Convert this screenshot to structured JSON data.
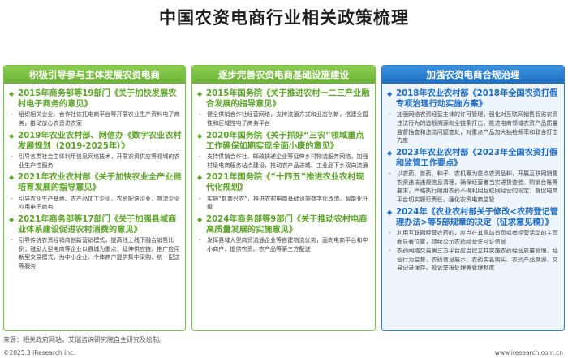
{
  "title": "中国农资电商行业相关政策梳理",
  "columns": [
    {
      "header": "积极引导参与主体发展农资电商",
      "items": [
        {
          "title": "2015年商务部等19部门《关于加快发展农村电子商务的意见》",
          "bullets": [
            "组织相关企业、合作社依托电商平台等开展农业生产资料电子商务，推动放心农资进农家"
          ]
        },
        {
          "title": "2019年农业农村部、网信办《数字农业农村发展规划（2019-2025年）》",
          "bullets": [
            "引导各类社会主体利用信息网络技术，开展农资供应等领域的农业生产性服务"
          ]
        },
        {
          "title": "2021年农业农村部《关于加快农业全产业链培育发展的指导意见》",
          "bullets": [
            "引导农业生产基地、农产品加工企业、农资配送企业、物流企业应用电子商务"
          ]
        },
        {
          "title": "2021年商务部等17部门《关于加强县域商业体系建设促进农村消费的意见》",
          "bullets": [
            "引导传统农资经销商创新营销模式，提高线上线下融合销售比例；鼓励大型电商等企业以县城为重点，延伸供应链，推广应用新型交易模式，为中小企业、个体商户提供集中采购、统一配送等服务"
          ]
        }
      ]
    },
    {
      "header": "逐步完善农资电商基础设施建设",
      "items": [
        {
          "title": "2015年国务院《关于推进农村一二三产业融合发展的指导意见》",
          "bullets": [
            "健全供销合作社经营网络，支持流通方式和业态创新，搭建全国性和区域性电子商务平台"
          ]
        },
        {
          "title": "2020年国务院《关于抓好“三农”领域重点工作确保如期实现全面小康的意见》",
          "bullets": [
            "支持供销合作社、邮政快递企业等延伸乡村物流服务网络，加强村级电商服务站点建设，推动农产品进城、工业品下乡双向流通"
          ]
        },
        {
          "title": "2021年国务院《“十四五”推进农业农村现代化规划》",
          "bullets": [
            "实施“数商兴农”，推进农村电商基础设施数字化改造、智能化升级"
          ]
        },
        {
          "title": "2024年商务部等9部门《关于推动农村电商高质量发展的实施意见》",
          "bullets": [
            "发挥县域大型商贸流通企业等自建物流优势，面向电商平台和中小商户，提供农资、农产品等第三方配送"
          ]
        }
      ]
    },
    {
      "header": "加强农资电商合规治理",
      "items": [
        {
          "title": "2018年农业农村部《2018年全国农资打假专项治理行动实施方案》",
          "bullets": [
            "加强网络农资经营主体的许可管理，强化对互联网销售假劣农资违法行为的追根溯源和全链条打击，推进电商领域农资产品质量监督抽查和违法问题查处，对重点产品加大抽检频率和联合打击力度"
          ]
        },
        {
          "title": "2023年农业农村部《2023年全国农资打假和监管工作要点》",
          "bullets": [
            "以农药、兽药、种子、农机等为重点农资品种，开展互联网销售农资违法违规信息清理，确保经营者当实进货查验、购销台账等要求，严格执行限用农药不得利用互联网经营的规定；督促电商平台切实履行责任，强化农资电商监管"
          ]
        },
        {
          "title": "2024年《农业农村部关于修改<农药登记管理办法>等5部规章的决定（征求意见稿）》",
          "bullets": [
            "利用互联网经营农药的，应当在其网站首页或者经营活动的主页面显著位置，持续公示农药经营许可证信息",
            "农药网络交易第三方平台应当建立并实施农药经营质量管理、经营行为监督、农药信息展示、农药实名购买、农药产品溯源、交易记录保存、投诉举报处理等管理制度"
          ]
        }
      ]
    }
  ],
  "source": "来源：相关政府网站，艾瑞咨询研究院自主研究及绘制。",
  "footer": {
    "left": "©2025.3 iResearch Inc.",
    "right": "www.iresearch.com.cn"
  }
}
